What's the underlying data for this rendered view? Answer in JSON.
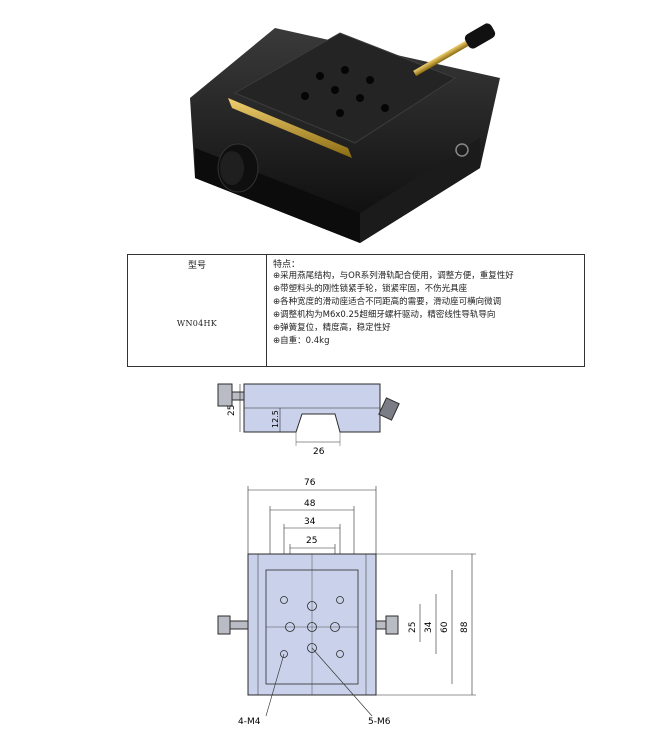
{
  "spec_table": {
    "model_header": "型号",
    "model_value": "WN04HK",
    "features_header": "特点：",
    "features": [
      "⊕采用燕尾结构，与OR系列滑轨配合使用，调整方便，重复性好",
      "⊕带塑料头的刚性锁紧手轮，锁紧牢固，不伤光具座",
      "⊕各种宽度的滑动座适合不同距高的需要，滑动座可横向微调",
      "⊕调整机构为M6x0.25超细牙螺杆驱动，精密线性导轨导向",
      "⊕弹簧复位，精度高，稳定性好",
      "⊕自重：0.4kg"
    ]
  },
  "side_view": {
    "dim_25": "25",
    "dim_12_5": "12.5",
    "dim_26": "26"
  },
  "top_view": {
    "dim_76": "76",
    "dim_48": "48",
    "dim_34": "34",
    "dim_25": "25",
    "dim_25_v": "25",
    "dim_34_v": "34",
    "dim_60": "60",
    "dim_88": "88",
    "label_holes_m4": "4-M4",
    "label_holes_m6": "5-M6"
  },
  "colors": {
    "drawing_fill": "#c9d2ea",
    "drawing_line": "#2b2b2b",
    "body_black": "#151515",
    "brass": "#c9a233"
  }
}
